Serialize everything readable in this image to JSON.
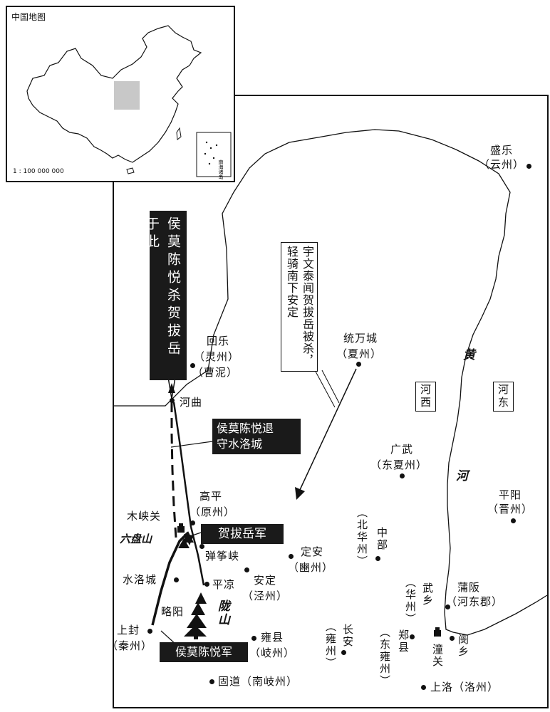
{
  "inset": {
    "title": "中国地图",
    "scale": "1 : 100 000 000",
    "south_sea_label": "南海诸岛"
  },
  "rivers": {
    "huang": "黄",
    "he": "河"
  },
  "regions": {
    "hexi": "河西",
    "hedong": "河东"
  },
  "places": {
    "shengle": "盛乐",
    "shengle_alt": "（云州）",
    "huile": "回乐",
    "huile_alt": "（灵州）",
    "huile_alt2": "（曹泥）",
    "tongwan": "统万城",
    "tongwan_alt": "（夏州）",
    "hequ": "河曲",
    "guangwu": "广武",
    "guangwu_alt": "（东夏州）",
    "pingyang": "平阳",
    "pingyang_alt": "（晋州）",
    "gaoping": "高平",
    "gaoping_alt": "（原州）",
    "muxia": "木峡关",
    "liupan": "六盘山",
    "danzheng": "弹筝峡",
    "pingliang": "平凉",
    "shuiluo": "水洛城",
    "lveyang": "略阳",
    "longshan": "陇山",
    "shangfeng": "上封",
    "shangfeng_alt": "（秦州）",
    "anding": "安定",
    "anding_alt": "（泾州）",
    "dingan": "定安",
    "dingan_alt": "（豳州）",
    "beihua": "（北华州）",
    "zhongbu": "中部",
    "yongxian": "雍县",
    "yongxian_alt": "（岐州）",
    "gudao": "固道（南岐州）",
    "changan": "长安",
    "changan_alt": "（雍州）",
    "zhengxian": "郑县",
    "zhengxian_alt": "（东雍州）",
    "wuxiang": "武乡",
    "wuxiang_alt": "（华州）",
    "puban": "蒲阪",
    "puban_alt": "（河东郡）",
    "tongguan": "潼关",
    "wenxiang": "阌乡",
    "shangluo": "上洛（洛州）"
  },
  "annotations": {
    "houmo_kill": "侯莫陈悦杀贺拔岳于此",
    "houmo_retreat_1": "侯莫陈悦退",
    "houmo_retreat_2": "守水洛城",
    "heba_army": "贺拔岳军",
    "houmo_army": "侯莫陈悦军",
    "yuwen_callout": "宇文泰闻贺拔岳被杀，轻骑南下安定"
  }
}
